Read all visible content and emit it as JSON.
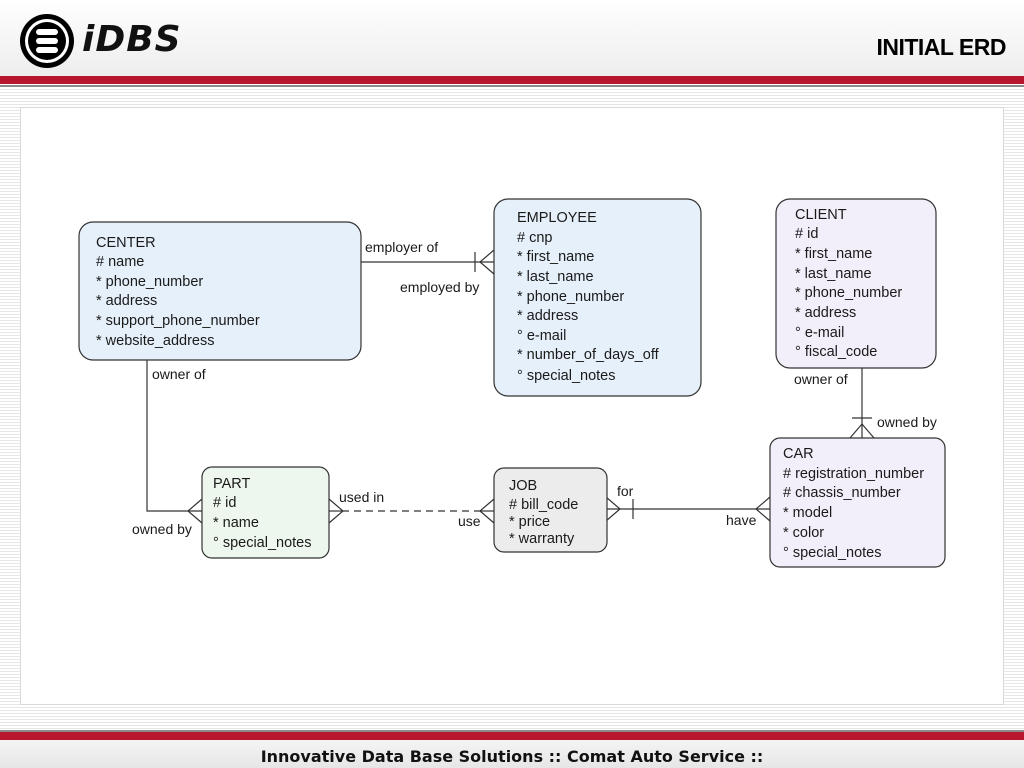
{
  "header": {
    "logo_text": "iDBS",
    "title": "INITIAL ERD"
  },
  "footer": {
    "text": "Innovative Data Base Solutions :: Comat Auto Service ::"
  },
  "colors": {
    "brand_red": "#b8162c",
    "center_fill": "#e6f0fa",
    "employee_fill": "#e6f0fa",
    "client_fill": "#f3effa",
    "car_fill": "#f3effa",
    "part_fill": "#eef7ee",
    "job_fill": "#ececec"
  },
  "entities": {
    "center": {
      "name": "CENTER",
      "attributes": [
        "# name",
        "* phone_number",
        "* address",
        "* support_phone_number",
        "* website_address"
      ]
    },
    "employee": {
      "name": "EMPLOYEE",
      "attributes": [
        "# cnp",
        "* first_name",
        "* last_name",
        "* phone_number",
        "* address",
        "° e-mail",
        "* number_of_days_off",
        "° special_notes"
      ]
    },
    "client": {
      "name": "CLIENT",
      "attributes": [
        "# id",
        "* first_name",
        "* last_name",
        "* phone_number",
        "* address",
        "° e-mail",
        "° fiscal_code"
      ]
    },
    "part": {
      "name": "PART",
      "attributes": [
        "# id",
        "* name",
        "° special_notes"
      ]
    },
    "job": {
      "name": "JOB",
      "attributes": [
        "# bill_code",
        "* price",
        "* warranty"
      ]
    },
    "car": {
      "name": "CAR",
      "attributes": [
        "# registration_number",
        "# chassis_number",
        "* model",
        "* color",
        "° special_notes"
      ]
    }
  },
  "relationships": {
    "center_employee": {
      "label_a": "employer of",
      "label_b": "employed by"
    },
    "center_part": {
      "label_a": "owner of",
      "label_b": "owned by"
    },
    "part_job": {
      "label_a": "used in",
      "label_b": "use"
    },
    "job_car": {
      "label_a": "for",
      "label_b": "have"
    },
    "client_car": {
      "label_a": "owner of",
      "label_b": "owned by"
    }
  }
}
